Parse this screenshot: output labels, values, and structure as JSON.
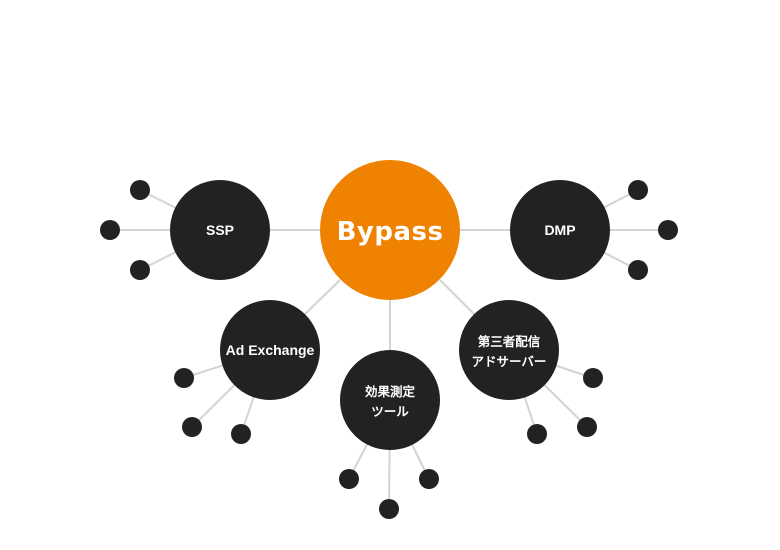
{
  "hub": {
    "label": "Bypass",
    "color": "#ef8200"
  },
  "nodes": [
    {
      "id": "ssp",
      "lines": [
        "SSP"
      ]
    },
    {
      "id": "dmp",
      "lines": [
        "DMP"
      ]
    },
    {
      "id": "ad-exchange",
      "lines": [
        "Ad Exchange"
      ]
    },
    {
      "id": "measurement-tool",
      "lines": [
        "効果測定",
        "ツール"
      ]
    },
    {
      "id": "third-party-ad-server",
      "lines": [
        "第三者配信",
        "アドサーバー"
      ]
    }
  ],
  "colors": {
    "node": "#222222",
    "connector": "#d3d3d3",
    "text": "#ffffff"
  }
}
